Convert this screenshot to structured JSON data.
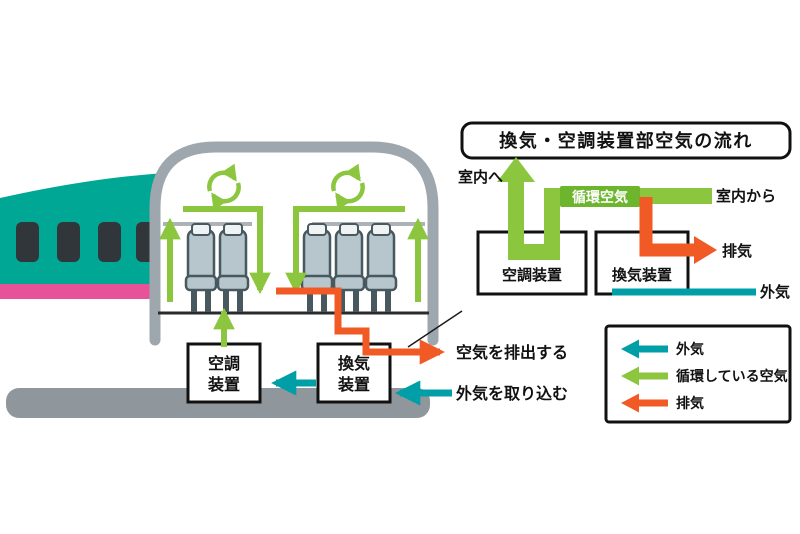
{
  "flow_diagram": {
    "title": "換気・空調装置部空気の流れ",
    "to_room": "室内へ",
    "from_room": "室内から",
    "circulating_air": "循環空気",
    "exhaust": "排気",
    "outside_air": "外気",
    "ac_unit": "空調装置",
    "vent_unit": "換気装置"
  },
  "train_section": {
    "ac_unit": {
      "line1": "空調",
      "line2": "装置"
    },
    "vent_unit": {
      "line1": "換気",
      "line2": "装置"
    },
    "exhaust_note": "空気を排出する",
    "intake_note": "外気を取り込む"
  },
  "legend": {
    "items": [
      {
        "label": "外気",
        "color": "#009FA8"
      },
      {
        "label": "循環している空気",
        "color": "#8CC63E"
      },
      {
        "label": "排気",
        "color": "#F15A24"
      }
    ]
  },
  "colors": {
    "circulating_air": "#8CC63E",
    "outside_air": "#009FA8",
    "exhaust": "#F15A24",
    "train_band": "#00A795",
    "train_stripe": "#E85298",
    "cross_section_border": "#9EA7AD",
    "underbody": "#8F979D",
    "window": "#30363A"
  }
}
